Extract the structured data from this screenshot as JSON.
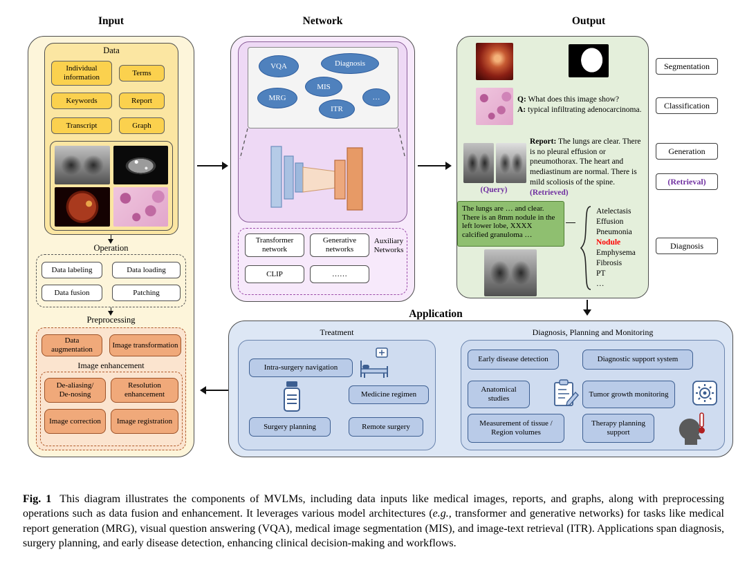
{
  "colors": {
    "input_panel": "#fdf5da",
    "data_item": "#fbd14e",
    "orange_box": "#f0a97a",
    "network_panel": "#f7e9fb",
    "task_ellipse": "#4f81bd",
    "output_panel": "#e4efdb",
    "green_report_box": "#8fbf70",
    "app_panel": "#dde7f5",
    "app_button": "#b9cbe8",
    "purple_accent": "#7030a0",
    "red_accent": "#fe0000"
  },
  "input": {
    "title": "Input",
    "data_group": {
      "label": "Data",
      "items": [
        "Individual information",
        "Terms",
        "Keywords",
        "Report",
        "Transcript",
        "Graph"
      ],
      "images": [
        "chest-xray",
        "ct-scan",
        "fundus-photo",
        "histopathology"
      ]
    },
    "operation_group": {
      "label": "Operation",
      "items": [
        "Data labeling",
        "Data loading",
        "Data fusion",
        "Patching"
      ]
    },
    "preprocessing_group": {
      "label": "Preprocessing",
      "items": [
        "Data augmentation",
        "Image transformation"
      ],
      "enhancement": {
        "label": "Image enhancement",
        "items": [
          "De-aliasing/\nDe-nosing",
          "Resolution enhancement",
          "Image correction",
          "Image registration"
        ]
      }
    }
  },
  "network": {
    "title": "Network",
    "tasks": [
      "VQA",
      "Diagnosis",
      "MRG",
      "MIS",
      "ITR",
      "…"
    ],
    "auxiliary": {
      "label": "Auxiliary Networks",
      "items": [
        "Transformer network",
        "Generative networks",
        "CLIP",
        "……"
      ]
    }
  },
  "output": {
    "title": "Output",
    "task_labels": [
      "Segmentation",
      "Classification",
      "Generation",
      "(Retrieval)",
      "Diagnosis"
    ],
    "images": [
      "endoscopy",
      "segmentation-mask",
      "histopathology",
      "chest-xray-query-1",
      "chest-xray-query-2",
      "chest-xray-retrieved"
    ],
    "qa": {
      "q_label": "Q:",
      "q_text": " What does this image show?",
      "a_label": "A:",
      "a_text": " typical infiltrating adenocarcinoma."
    },
    "query_label": "(Query)",
    "report": {
      "label": "Report:",
      "text": " The lungs are clear. There is no pleural effusion or pneumothorax. The heart and mediastinum are normal. There is mild scoliosis of the spine. ",
      "retrieved_label": "(Retrieved)"
    },
    "retrieved_report": "The lungs are … and clear. There is an 8mm nodule in the left lower lobe, XXXX calcified granuloma …",
    "findings": [
      "Atelectasis",
      "Effusion",
      "Pneumonia",
      "Nodule",
      "Emphysema",
      "Fibrosis",
      "PT",
      "…"
    ]
  },
  "application": {
    "title": "Application",
    "treatment": {
      "label": "Treatment",
      "items": [
        "Intra-surgery navigation",
        "Medicine regimen",
        "Surgery planning",
        "Remote surgery"
      ]
    },
    "diagnosis_planning": {
      "label": "Diagnosis, Planning and Monitoring",
      "items": [
        "Early disease detection",
        "Diagnostic support system",
        "Anatomical studies",
        "Tumor growth monitoring",
        "Measurement of tissue / Region volumes",
        "Therapy planning support"
      ]
    }
  },
  "caption": {
    "fig_label": "Fig. 1",
    "body_1": "This diagram illustrates the components of MVLMs, including data inputs like medical images, reports, and graphs, along with preprocessing operations such as data fusion and enhancement. It leverages various model architectures (",
    "emphasis": "e.g.,",
    "body_2": " transformer and generative networks) for tasks like medical report generation (MRG), visual question answering (VQA), medical image segmentation (MIS), and image-text retrieval (ITR). Applications span diagnosis, surgery planning, and early disease detection, enhancing clinical decision-making and workflows."
  }
}
